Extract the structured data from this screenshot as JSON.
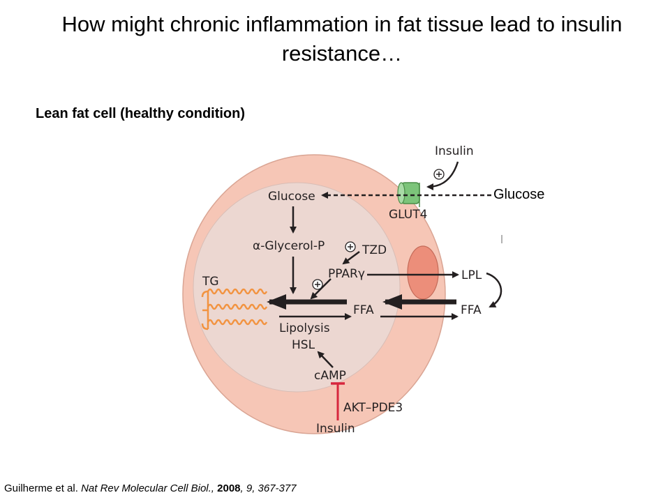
{
  "slide": {
    "title": "How might chronic inflammation in fat tissue lead to insulin resistance…",
    "subtitle": "Lean fat cell (healthy condition)"
  },
  "diagram": {
    "labels": {
      "insulin_top": "Insulin",
      "glucose_inside": "Glucose",
      "glut4": "GLUT4",
      "glucose_outside": "Glucose",
      "glycerol_p": "α-Glycerol-P",
      "tzd": "TZD",
      "ppar": "PPARγ",
      "lpl": "LPL",
      "tg": "TG",
      "ffa_inside": "FFA",
      "ffa_outside": "FFA",
      "lipolysis": "Lipolysis",
      "hsl": "HSL",
      "camp": "cAMP",
      "akt_pde3": "AKT–PDE3",
      "insulin_bottom": "Insulin",
      "plus": "+"
    },
    "colors": {
      "cell_outer": "#f6c6b6",
      "cell_inner": "#ecd7d1",
      "glut4": "#7cc47a",
      "organelle": "#ec8e7a",
      "tg_lines": "#f29340",
      "inhibit": "#d7263d"
    }
  },
  "citation": {
    "authors": "Guilherme et al.",
    "journal": "Nat Rev Molecular Cell Biol.,",
    "year": "2008",
    "pages": ", 9, 367-377"
  }
}
